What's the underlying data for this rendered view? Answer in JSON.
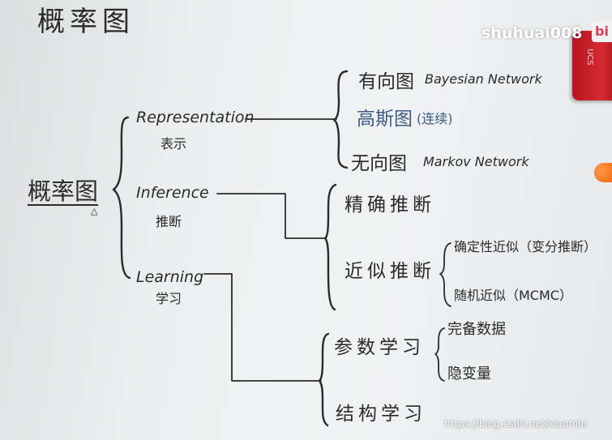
{
  "title": "概率图",
  "root": {
    "label": "概率图"
  },
  "branches": [
    {
      "label_en": "Representation",
      "label_zh": "表示",
      "children": [
        {
          "zh": "有向图",
          "en": "Bayesian Network"
        },
        {
          "zh": "高斯图",
          "en": "(连续)"
        },
        {
          "zh": "无向图",
          "en": "Markov Network"
        }
      ]
    },
    {
      "label_en": "Inference",
      "label_zh": "推断",
      "children": [
        {
          "zh": "精确推断"
        },
        {
          "zh": "近似推断",
          "sub": [
            "确定性近似（变分推断）",
            "随机近似（MCMC）"
          ]
        }
      ]
    },
    {
      "label_en": "Learning",
      "label_zh": "学习",
      "children": [
        {
          "zh": "参数学习",
          "sub": [
            "完备数据",
            "隐变量"
          ]
        },
        {
          "zh": "结构学习"
        }
      ]
    }
  ],
  "watermark": {
    "user": "shuhuai008",
    "logo": "bi",
    "url": "https://blog.csdn.net/xiaomlu"
  },
  "eraser_label": "UCS",
  "colors": {
    "ink": "#2b2b2b",
    "blue_ink": "#3c5a86",
    "eraser": "#c41e28",
    "magnet": "#f47a20"
  }
}
